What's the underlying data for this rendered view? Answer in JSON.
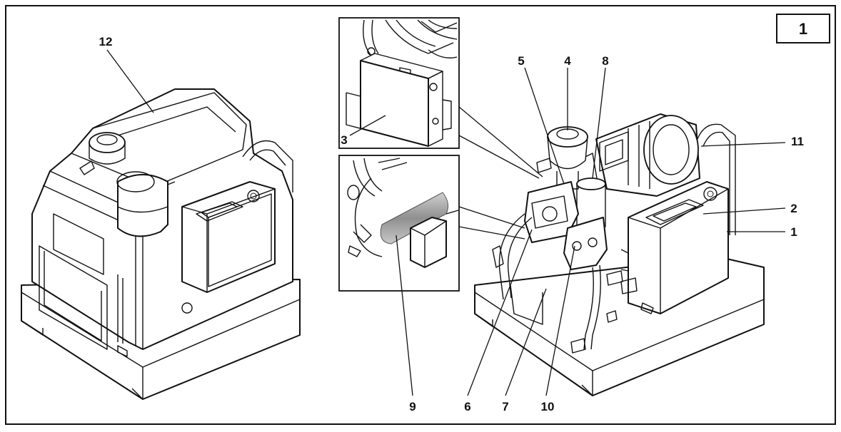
{
  "figure": {
    "number": "1"
  },
  "callouts": [
    "12",
    "3",
    "5",
    "4",
    "8",
    "11",
    "2",
    "1",
    "9",
    "6",
    "7",
    "10"
  ],
  "colors": {
    "line": "#111111",
    "background": "#ffffff",
    "hose_shading": "#9a9a9a"
  }
}
